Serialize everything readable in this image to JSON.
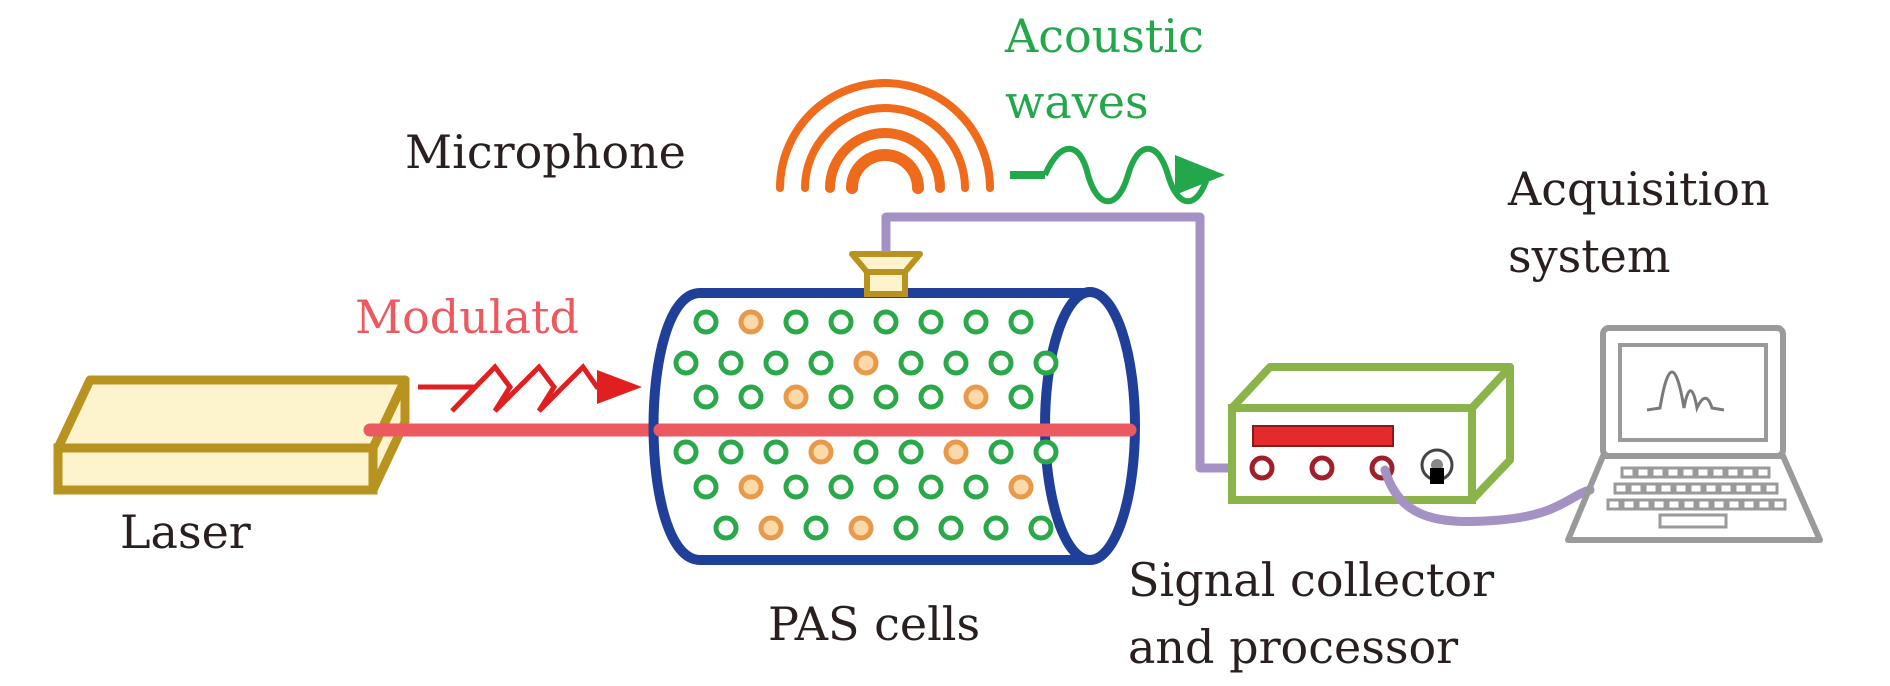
{
  "labels": {
    "laser": "Laser",
    "modulated": "Modulatd",
    "pas_cells": "PAS cells",
    "microphone": "Microphone",
    "acoustic_line1": "Acoustic",
    "acoustic_line2": "waves",
    "signal_line1": "Signal collector",
    "signal_line2": "and processor",
    "acq_line1": "Acquisition",
    "acq_line2": "system"
  },
  "colors": {
    "laser_body": "#fdf3cc",
    "laser_outline": "#b8931f",
    "beam": "#ec5a60",
    "modulated_arrow": "#e02020",
    "modulated_text": "#ec5a60",
    "cell_outline": "#1f3f99",
    "green_particle": "#2aa84a",
    "orange_particle": "#e89a4a",
    "microphone": "#ef6a1b",
    "acoustic": "#22a84a",
    "cable": "#a592c4",
    "processor_outline": "#8ab44a",
    "processor_display": "#e32b2b",
    "processor_knob": "#a0202a",
    "laptop": "#9a9a9a",
    "label_text": "#2a1f1f"
  },
  "icons": {
    "microphone": "microphone-icon",
    "laptop": "laptop-icon",
    "processor": "signal-processor-icon"
  }
}
